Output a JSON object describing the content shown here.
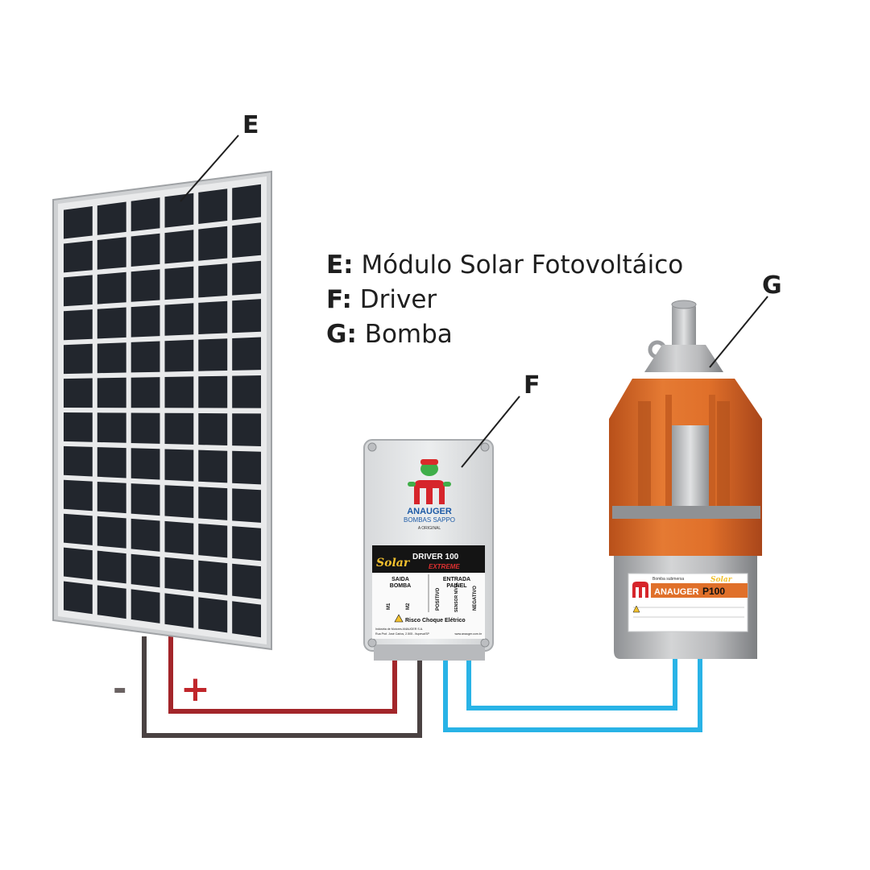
{
  "legend": [
    {
      "key": "E:",
      "text": "Módulo Solar Fotovoltáico"
    },
    {
      "key": "F:",
      "text": "Driver"
    },
    {
      "key": "G:",
      "text": "Bomba"
    }
  ],
  "callouts": {
    "panel": "E",
    "driver": "F",
    "pump": "G"
  },
  "polarity": {
    "negative": "-",
    "positive": "+"
  },
  "driver_box": {
    "brand": "ANAUGER",
    "brand_sub": "BOMBAS SAPPO",
    "brand_tag": "A ORIGINAL",
    "product_solar": "Solar",
    "product_model": "DRIVER 100",
    "product_edition": "EXTREME",
    "col_left_title_1": "SAIDA",
    "col_left_title_2": "BOMBA",
    "col_right_title_1": "ENTRADA",
    "col_right_title_2": "PAINEL",
    "terminals": [
      "M1",
      "M2",
      "POSITIVO",
      "SENSOR NÍVEL",
      "NEGATIVO"
    ],
    "warning": "Risco Choque Elétrico",
    "footer_1": "Indústria de Motores ANAUGER S.A.",
    "footer_2": "Rua Prof. José Carlos, 2.505 - Itupeva/SP",
    "footer_url": "www.anauger.com.br"
  },
  "pump_label": {
    "brand": "ANAUGER",
    "model": "P100",
    "edition": "Solar",
    "subtitle": "Bomba submersa"
  },
  "colors": {
    "wire_negative": "#4a4242",
    "wire_positive": "#a3262a",
    "wire_pump": "#29b3e6",
    "pump_orange": "#e0702a",
    "panel_cell": "#22262d",
    "panel_frame": "#cfd1d3",
    "text": "#1f1f1f"
  }
}
